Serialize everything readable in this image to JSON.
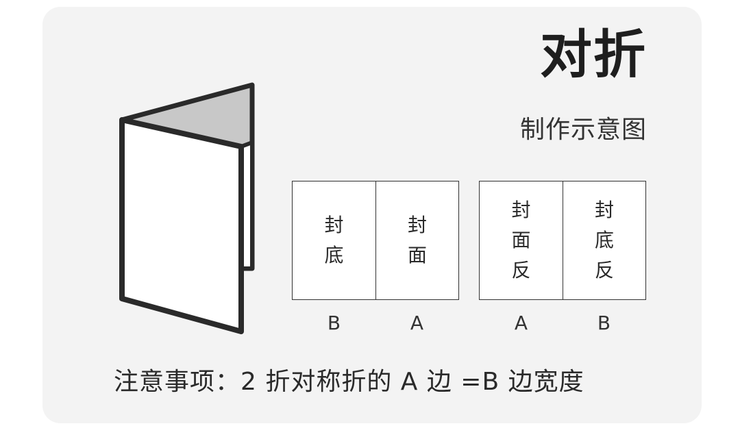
{
  "title": "对折",
  "subtitle": "制作示意图",
  "layout_left": {
    "panels": [
      {
        "chars": [
          "封",
          "底"
        ]
      },
      {
        "chars": [
          "封",
          "面"
        ]
      }
    ],
    "labels": [
      "B",
      "A"
    ]
  },
  "layout_right": {
    "panels": [
      {
        "chars": [
          "封",
          "面",
          "反"
        ]
      },
      {
        "chars": [
          "封",
          "底",
          "反"
        ]
      }
    ],
    "labels": [
      "A",
      "B"
    ]
  },
  "note": "注意事项：2 折对称折的 A 边 =B 边宽度",
  "colors": {
    "background": "#f3f3f3",
    "outline": "#333333",
    "inner_page": "#c8c8c8",
    "paper": "#ffffff"
  }
}
